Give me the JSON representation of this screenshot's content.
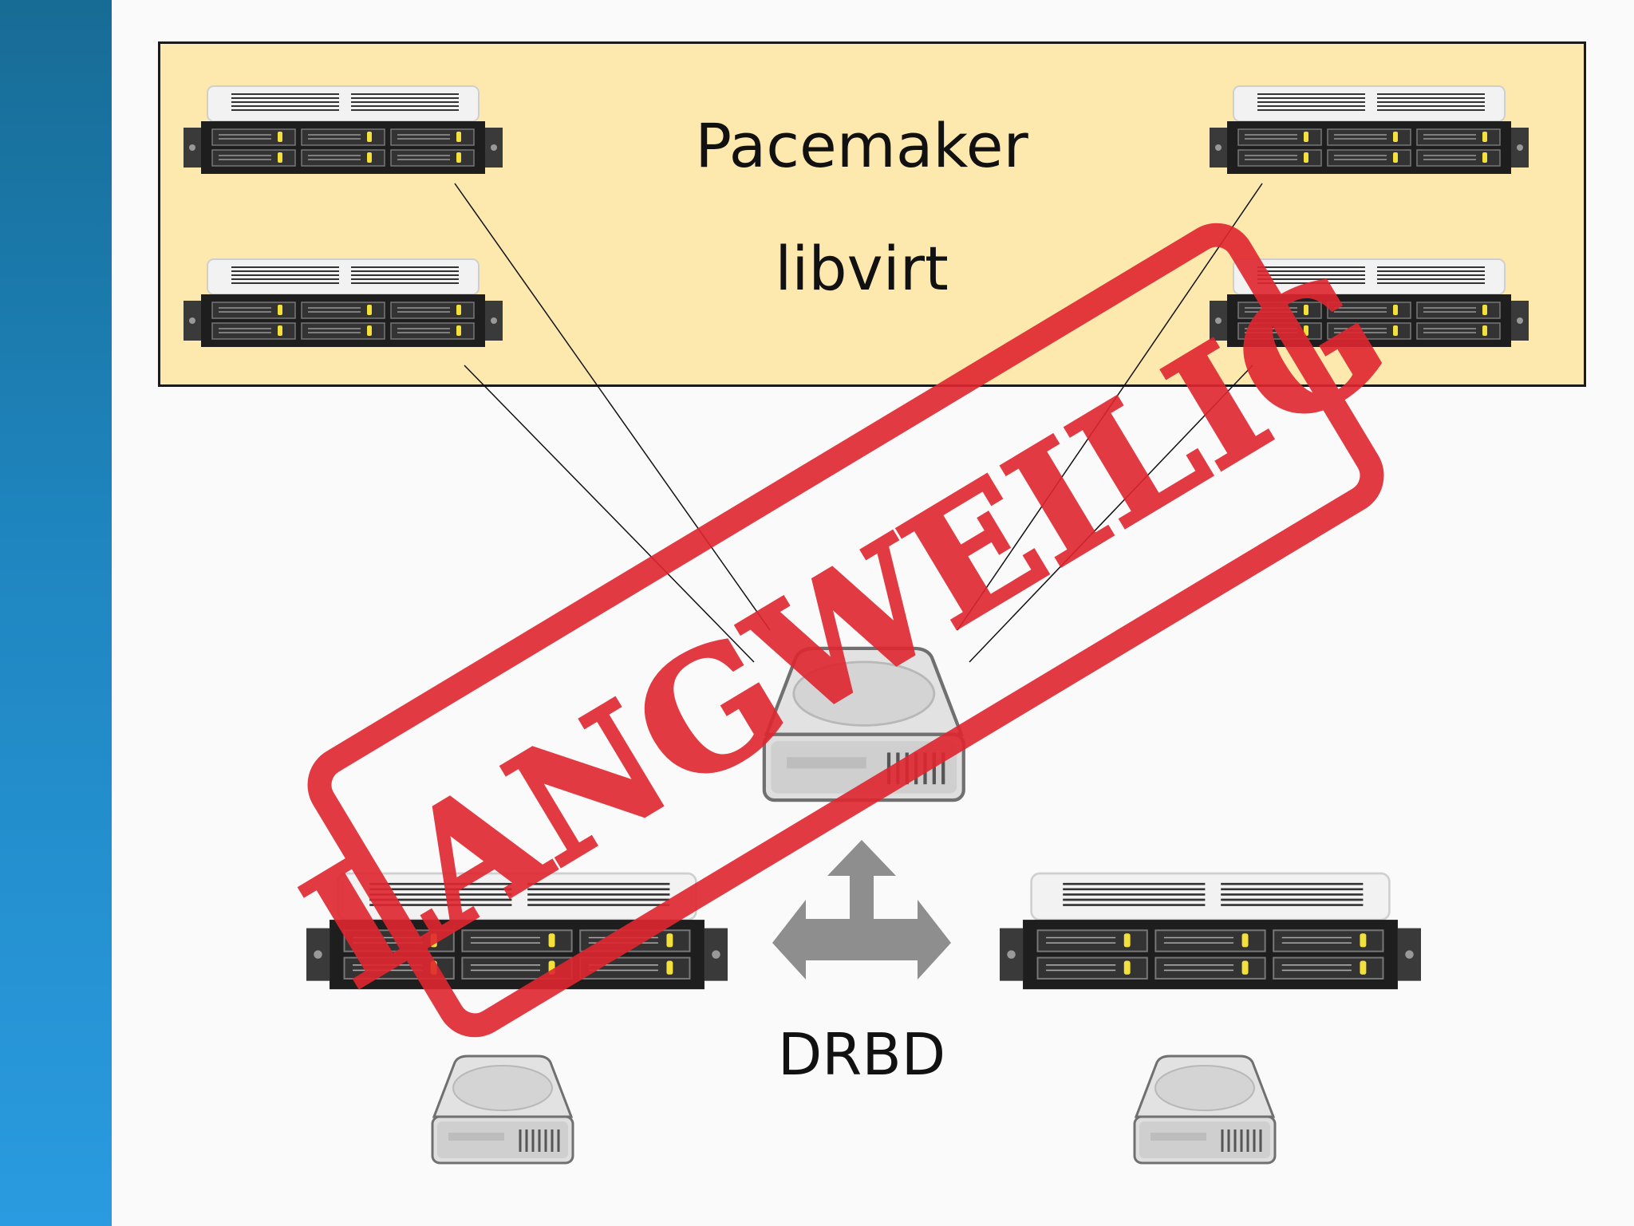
{
  "labels": {
    "pacemaker": "Pacemaker",
    "libvirt": "libvirt",
    "drbd": "DRBD"
  },
  "stamp": {
    "text": "LANGWEILIG",
    "color": "#e0262f"
  },
  "colors": {
    "sidebar": "#1f86c0",
    "cluster_box": "#fde8ae",
    "arrow": "#8e8e8e"
  },
  "icons": [
    "rack-server-icon",
    "hard-disk-icon",
    "three-way-arrow-icon"
  ]
}
